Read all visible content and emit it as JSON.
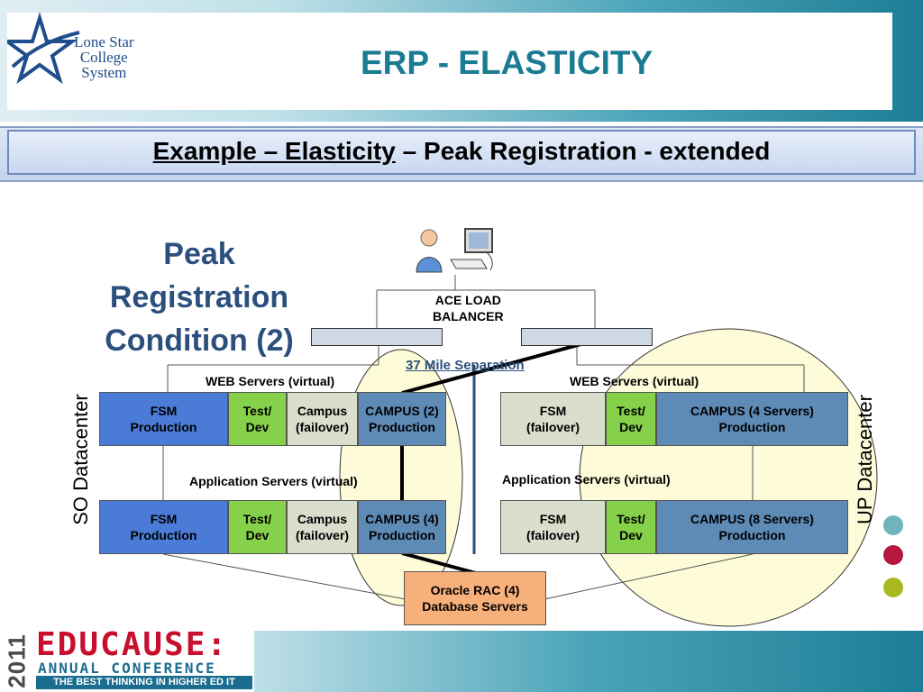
{
  "header": {
    "logo_lines": [
      "Lone Star",
      "College",
      "System"
    ],
    "title": "ERP - ELASTICITY"
  },
  "banner": {
    "underlined": "Example – Elasticity",
    "rest": " – Peak Registration - extended"
  },
  "diagram": {
    "condition_title": "Peak Registration Condition (2)",
    "load_balancer_label": "ACE LOAD\nBALANCER",
    "separation_label": "37 Mile Separation",
    "so_datacenter_label": "SO Datacenter",
    "up_datacenter_label": "UP Datacenter",
    "so_web_label": "WEB Servers (virtual)",
    "up_web_label": "WEB Servers (virtual)",
    "so_app_label": "Application Servers (virtual)",
    "up_app_label": "Application Servers (virtual)",
    "so_web": [
      "FSM\nProduction",
      "Test/\nDev",
      "Campus\n(failover)",
      "CAMPUS (2)\nProduction"
    ],
    "so_app": [
      "FSM\nProduction",
      "Test/\nDev",
      "Campus\n(failover)",
      "CAMPUS (4)\nProduction"
    ],
    "up_web": [
      "FSM\n(failover)",
      "Test/\nDev",
      "CAMPUS (4 Servers)\nProduction"
    ],
    "up_app": [
      "FSM\n(failover)",
      "Test/\nDev",
      "CAMPUS (8 Servers)\nProduction"
    ],
    "database": "Oracle RAC (4)\nDatabase Servers"
  },
  "footer": {
    "year": "2011",
    "name": "EDUCAUSE:",
    "subtitle": "ANNUAL CONFERENCE",
    "tagline": "THE BEST THINKING IN HIGHER ED IT"
  },
  "colors": {
    "title": "#1a7b93",
    "fsm_production": "#4a7bd6",
    "test_dev": "#86d14a",
    "failover": "#d9dfcc",
    "campus_production": "#5e8ab6",
    "database": "#f8b07a",
    "highlight_circle": "#fdfbd8",
    "dots": [
      "#6fb3bd",
      "#b5173f",
      "#a8b81e"
    ]
  },
  "icons": [
    "star-logo-icon",
    "user-icon",
    "computer-icon",
    "switch-icon"
  ]
}
